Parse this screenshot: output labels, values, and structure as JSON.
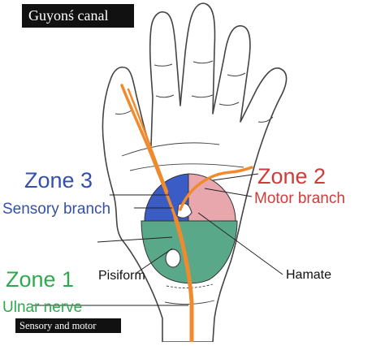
{
  "title": "Guyonś canal",
  "footer": "Sensory and motor",
  "labels": {
    "zone3": "Zone 3",
    "sensory_branch": "Sensory branch",
    "zone2": "Zone 2",
    "motor_branch": "Motor branch",
    "zone1": "Zone 1",
    "ulnar_nerve": "Ulnar nerve",
    "pisiform": "Pisiform",
    "hamate": "Hamate"
  },
  "colors": {
    "zone1": "#5aa88a",
    "zone2": "#e8a6ad",
    "zone3": "#3b5cc4",
    "nerve": "#f08a2c",
    "outline": "#444444",
    "zone3_text": "#3550a8",
    "zone2_text": "#d13b3b",
    "zone1_text": "#2fa84f"
  }
}
